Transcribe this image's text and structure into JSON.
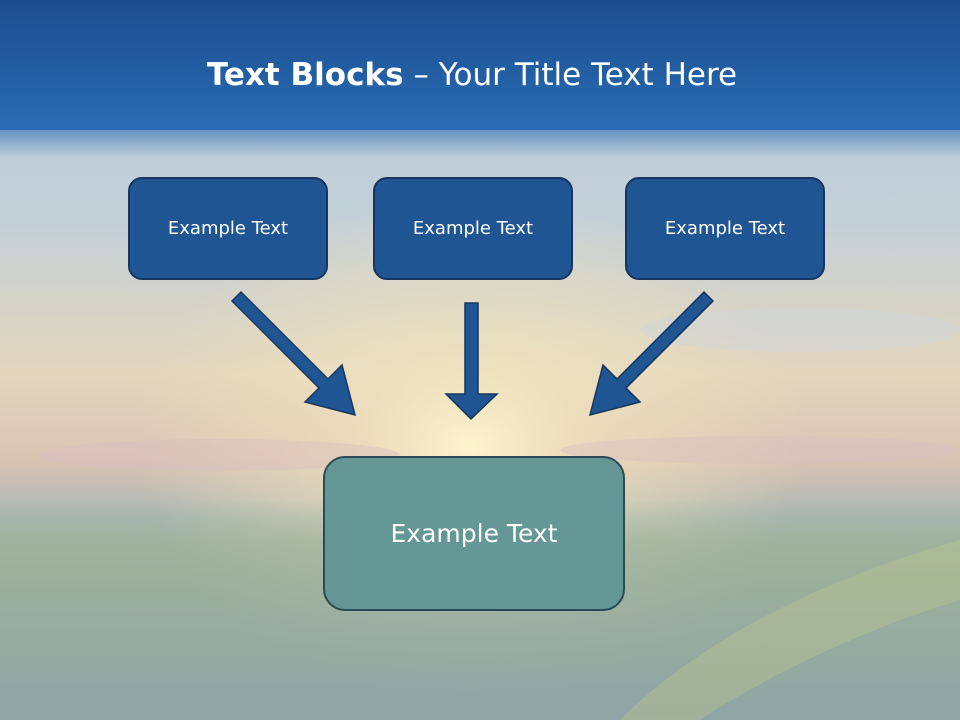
{
  "slide": {
    "title_bold": "Text Blocks",
    "title_rest": " – Your Title Text Here"
  },
  "blocks": [
    {
      "label": "Example Text"
    },
    {
      "label": "Example Text"
    },
    {
      "label": "Example Text"
    }
  ],
  "target": {
    "label": "Example Text"
  },
  "colors": {
    "header": "#2462a8",
    "block_fill": "#1f5593",
    "block_border": "#17365d",
    "target_fill": "#659797",
    "arrow": "#1f5593"
  }
}
